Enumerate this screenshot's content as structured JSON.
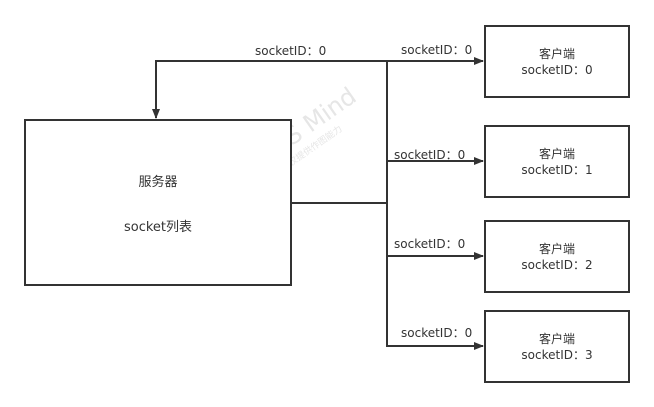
{
  "server": {
    "title": "服务器",
    "subtitle": "socket列表"
  },
  "return_edge": {
    "label": "socketID：0"
  },
  "branch_labels": [
    "socketID：0",
    "socketID：0",
    "socketID：0",
    "socketID：0"
  ],
  "clients": [
    {
      "title": "客户端",
      "id_label": "socketID：0"
    },
    {
      "title": "客户端",
      "id_label": "socketID：1"
    },
    {
      "title": "客户端",
      "id_label": "socketID：2"
    },
    {
      "title": "客户端",
      "id_label": "socketID：3"
    }
  ],
  "watermark": {
    "main": "WPS Mind",
    "sub": "WPS仅提供作图能力"
  },
  "colors": {
    "stroke": "#333333",
    "watermark": "#e6e6e6"
  }
}
